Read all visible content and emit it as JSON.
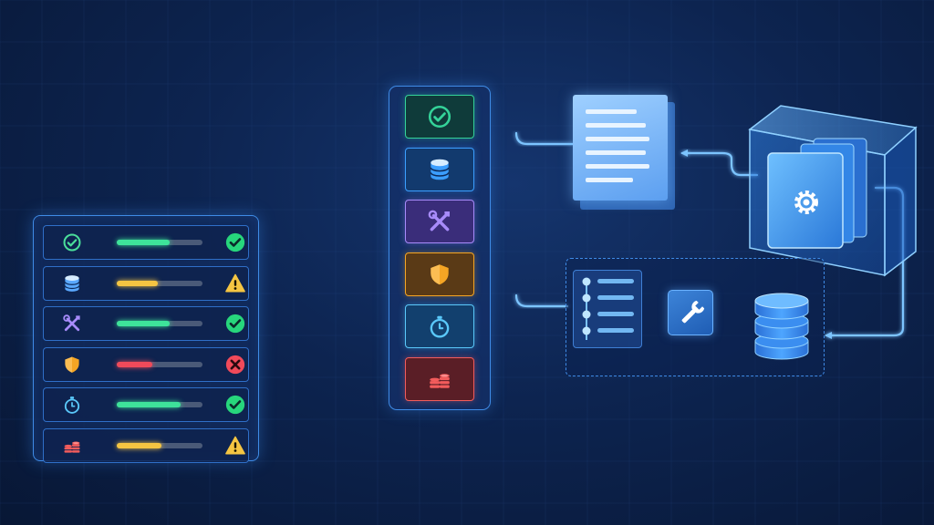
{
  "status_panel": {
    "rows": [
      {
        "icon": "check-circle-icon",
        "icon_color": "#4ade9a",
        "level": 0.62,
        "bar_color": "#3ee39a",
        "status": "ok-check-icon",
        "status_color": "#27d67c"
      },
      {
        "icon": "database-icon",
        "icon_color": "#5aa8ff",
        "level": 0.48,
        "bar_color": "#f5c542",
        "status": "warning-triangle-icon",
        "status_color": "#f5c542"
      },
      {
        "icon": "tools-icon",
        "icon_color": "#a78bfa",
        "level": 0.62,
        "bar_color": "#3ee39a",
        "status": "ok-check-icon",
        "status_color": "#27d67c"
      },
      {
        "icon": "shield-icon",
        "icon_color": "#f5a524",
        "level": 0.42,
        "bar_color": "#f04a5a",
        "status": "error-x-icon",
        "status_color": "#f04a5a"
      },
      {
        "icon": "stopwatch-icon",
        "icon_color": "#5ac8fa",
        "level": 0.74,
        "bar_color": "#3ee39a",
        "status": "ok-check-icon",
        "status_color": "#27d67c"
      },
      {
        "icon": "coins-icon",
        "icon_color": "#f25c5c",
        "level": 0.52,
        "bar_color": "#f5c542",
        "status": "warning-triangle-icon",
        "status_color": "#f5c542"
      }
    ]
  },
  "category_column": {
    "tiles": [
      {
        "icon": "check-circle-icon",
        "color": "#34d399",
        "fill": "#0f3b3a"
      },
      {
        "icon": "database-icon",
        "color": "#3b9eff",
        "fill": "#123a6e"
      },
      {
        "icon": "tools-icon",
        "color": "#a78bfa",
        "fill": "#3a2d7a"
      },
      {
        "icon": "shield-icon",
        "color": "#f5a524",
        "fill": "#5a3a16"
      },
      {
        "icon": "stopwatch-icon",
        "color": "#5ac8fa",
        "fill": "#12406e"
      },
      {
        "icon": "coins-icon",
        "color": "#f25c5c",
        "fill": "#5a1e26"
      }
    ]
  },
  "document_card": {
    "icon": "document-icon",
    "line_count": 6
  },
  "config_box": {
    "icon": "gear-icon",
    "color": "#3b9eff"
  },
  "pipeline": {
    "steps_icon": "checklist-icon",
    "transform_icon": "wrench-icon",
    "source_icon": "database-stack-icon"
  },
  "colors": {
    "accent": "#3b9eff",
    "glow": "#7cc4ff",
    "background": "#0a1f4a"
  }
}
